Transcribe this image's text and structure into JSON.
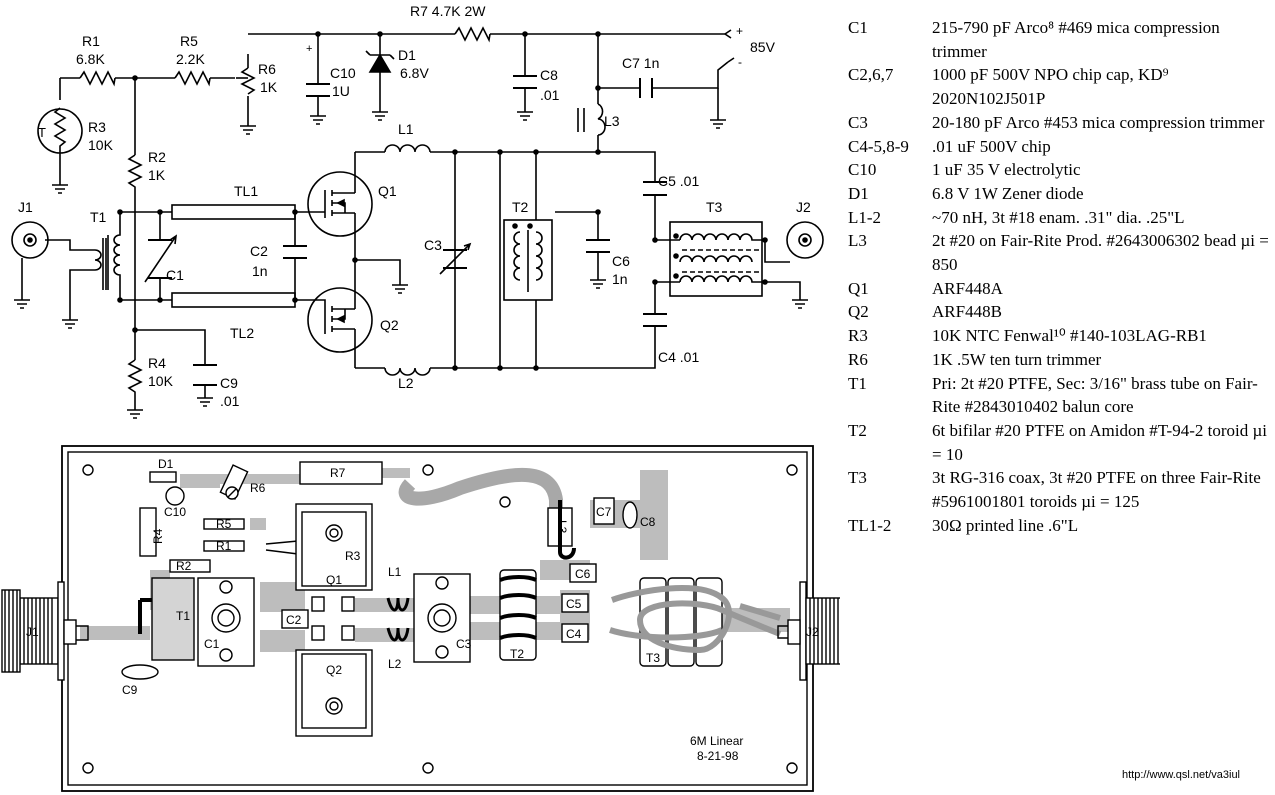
{
  "schematic": {
    "labels": {
      "r1": "R1",
      "r1_val": "6.8K",
      "r5": "R5",
      "r5_val": "2.2K",
      "r6": "R6",
      "r6_val": "1K",
      "r7": "R7 4.7K 2W",
      "c10": "C10",
      "c10_val": "1U",
      "c10_pol": "+",
      "d1": "D1",
      "d1_val": "6.8V",
      "c8": "C8",
      "c8_val": ".01",
      "c7": "C7 1n",
      "supply": "85V",
      "supply_plus": "+",
      "supply_minus": "-",
      "l3": "L3",
      "r3": "R3",
      "r3_val": "10K",
      "r3_t": "T",
      "r2": "R2",
      "r2_val": "1K",
      "l1": "L1",
      "l2": "L2",
      "q1": "Q1",
      "q2": "Q2",
      "j1": "J1",
      "j2": "J2",
      "t1": "T1",
      "t2": "T2",
      "t3": "T3",
      "tl1": "TL1",
      "tl2": "TL2",
      "c1": "C1",
      "c2": "C2",
      "c2_val": "1n",
      "c3": "C3",
      "c5": "C5 .01",
      "c4": "C4 .01",
      "c6": "C6",
      "c6_val": "1n",
      "r4": "R4",
      "r4_val": "10K",
      "c9": "C9",
      "c9_val": ".01"
    }
  },
  "layout": {
    "labels": {
      "d1": "D1",
      "r6": "R6",
      "r7": "R7",
      "c10": "C10",
      "r4": "R4",
      "r5": "R5",
      "r1": "R1",
      "r3": "R3",
      "r2": "R2",
      "t1": "T1",
      "c1": "C1",
      "c2": "C2",
      "q1": "Q1",
      "q2": "Q2",
      "l1": "L1",
      "l2": "L2",
      "c3": "C3",
      "t2": "T2",
      "l3": "L3",
      "c7": "C7",
      "c8": "C8",
      "c6": "C6",
      "c5": "C5",
      "c4": "C4",
      "t3": "T3",
      "j1": "J1",
      "j2": "J2",
      "c9": "C9"
    },
    "title": "6M Linear",
    "date": "8-21-98"
  },
  "parts_list": [
    {
      "ref": "C1",
      "desc": "215-790 pF Arco⁸ #469 mica compression trimmer"
    },
    {
      "ref": "C2,6,7",
      "desc": "1000 pF 500V NPO chip cap, KD⁹ 2020N102J501P"
    },
    {
      "ref": "C3",
      "desc": "20-180 pF Arco #453 mica compression trimmer"
    },
    {
      "ref": "C4-5,8-9",
      "desc": ".01 uF 500V chip"
    },
    {
      "ref": "C10",
      "desc": "1 uF 35 V electrolytic"
    },
    {
      "ref": "D1",
      "desc": "6.8 V 1W Zener diode"
    },
    {
      "ref": "L1-2",
      "desc": "~70 nH, 3t #18 enam. .31\" dia. .25\"L"
    },
    {
      "ref": "L3",
      "desc": "2t #20 on Fair-Rite Prod. #2643006302 bead µi = 850"
    },
    {
      "ref": "Q1",
      "desc": "ARF448A"
    },
    {
      "ref": "Q2",
      "desc": "ARF448B"
    },
    {
      "ref": "R3",
      "desc": "10K NTC Fenwal¹⁰ #140-103LAG-RB1"
    },
    {
      "ref": "R6",
      "desc": "1K .5W ten turn trimmer"
    },
    {
      "ref": "T1",
      "desc": "Pri: 2t #20 PTFE, Sec: 3/16\" brass tube on Fair-Rite #2843010402 balun core"
    },
    {
      "ref": "T2",
      "desc": "6t bifilar #20 PTFE on Amidon #T-94-2 toroid µi = 10"
    },
    {
      "ref": "T3",
      "desc": "3t RG-316 coax, 3t #20 PTFE on three Fair-Rite #5961001801 toroids µi = 125"
    },
    {
      "ref": "TL1-2",
      "desc": "30Ω printed line .6\"L"
    }
  ],
  "footer_url": "http://www.qsl.net/va3iul"
}
